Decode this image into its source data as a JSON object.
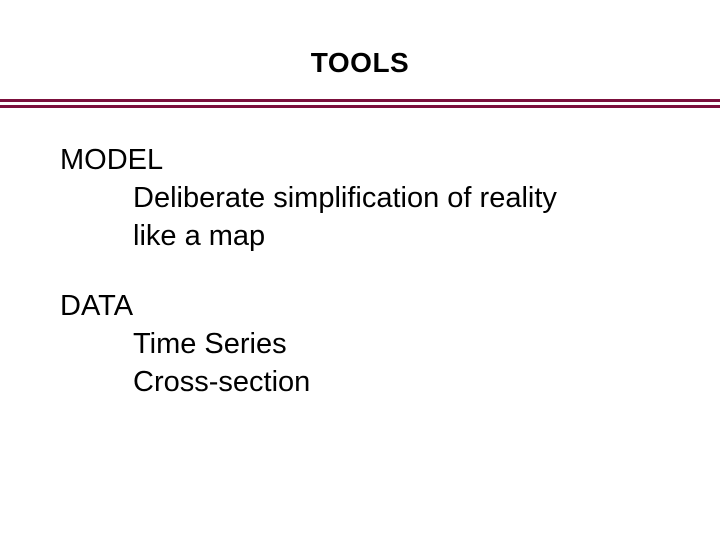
{
  "slide": {
    "title": "TOOLS",
    "title_color": "#000000",
    "background_color": "#ffffff",
    "divider_color": "#7B0F3C",
    "body_text_color": "#000000",
    "blocks": [
      {
        "heading": "MODEL",
        "lines": [
          "Deliberate simplification of reality",
          "like a map"
        ]
      },
      {
        "heading": "DATA",
        "lines": [
          "Time Series",
          "Cross-section"
        ]
      }
    ]
  }
}
